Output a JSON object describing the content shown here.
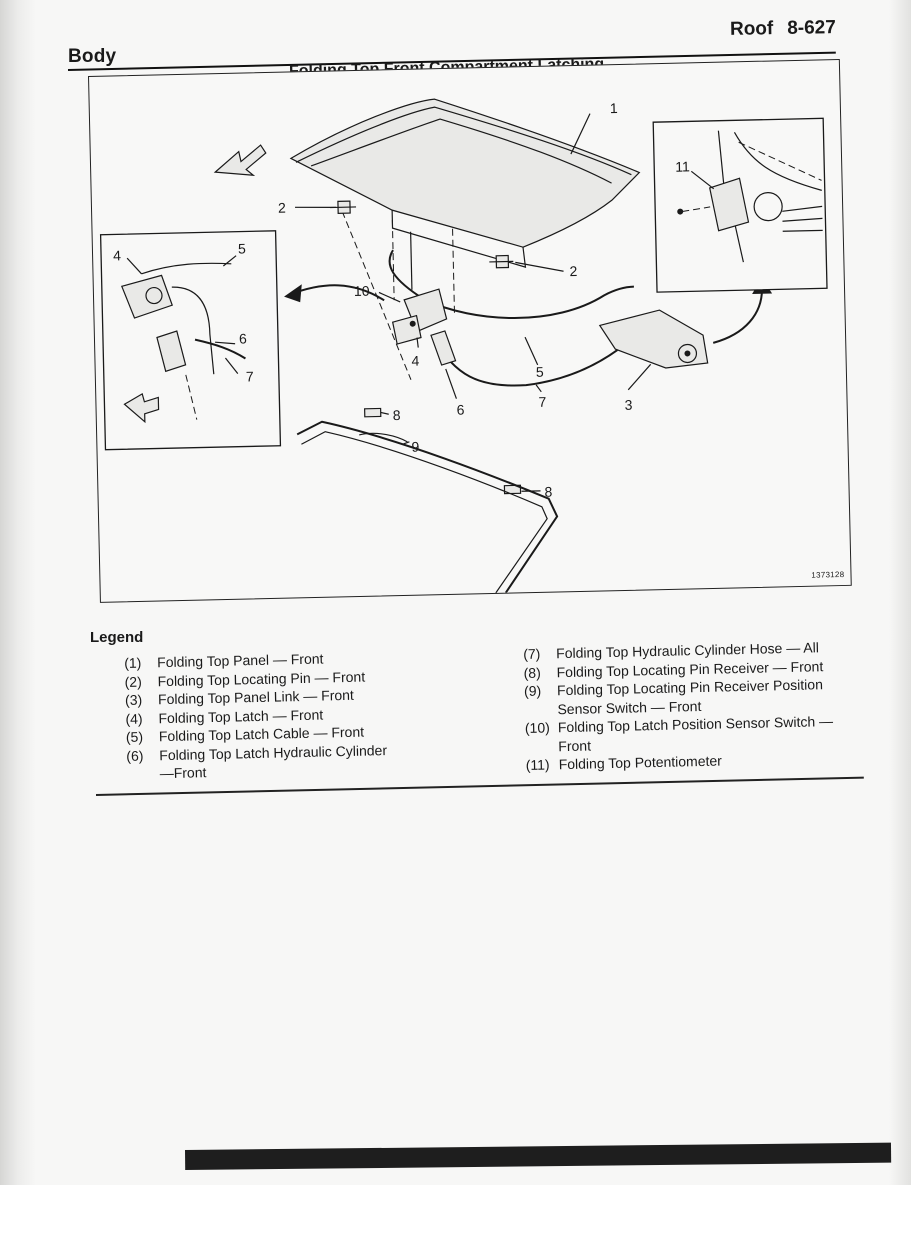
{
  "page": {
    "section": "Body",
    "chapter": "Roof",
    "page_number": "8-627"
  },
  "figure": {
    "title": "Folding Top Front Compartment Latching",
    "image_id": "1373128",
    "callouts": [
      "1",
      "2",
      "2",
      "3",
      "4",
      "4",
      "5",
      "5",
      "6",
      "6",
      "7",
      "7",
      "8",
      "8",
      "9",
      "10",
      "11"
    ]
  },
  "legend": {
    "heading": "Legend",
    "items_left": [
      {
        "num": "(1)",
        "text": "Folding Top Panel — Front"
      },
      {
        "num": "(2)",
        "text": "Folding Top Locating Pin — Front"
      },
      {
        "num": "(3)",
        "text": "Folding Top Panel Link — Front"
      },
      {
        "num": "(4)",
        "text": "Folding Top Latch — Front"
      },
      {
        "num": "(5)",
        "text": "Folding Top Latch Cable — Front"
      },
      {
        "num": "(6)",
        "text": "Folding Top Latch Hydraulic Cylinder —Front"
      }
    ],
    "items_right": [
      {
        "num": "(7)",
        "text": "Folding Top Hydraulic Cylinder Hose — All"
      },
      {
        "num": "(8)",
        "text": "Folding Top Locating Pin Receiver — Front"
      },
      {
        "num": "(9)",
        "text": "Folding Top Locating Pin Receiver Position Sensor Switch — Front"
      },
      {
        "num": "(10)",
        "text": "Folding Top Latch Position Sensor Switch —Front"
      },
      {
        "num": "(11)",
        "text": "Folding Top Potentiometer"
      }
    ]
  }
}
